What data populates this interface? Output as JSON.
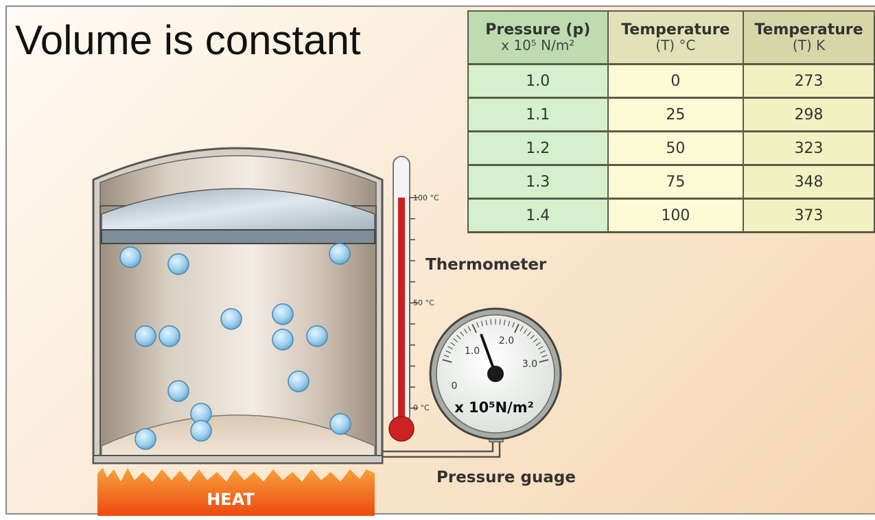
{
  "title": "Volume is constant",
  "table": {
    "headers": [
      {
        "main": "Pressure (p)",
        "sub": "x 10⁵ N/m²"
      },
      {
        "main": "Temperature",
        "sub": "(T) °C"
      },
      {
        "main": "Temperature",
        "sub": "(T) K"
      }
    ],
    "rows": [
      [
        "1.0",
        "0",
        "273"
      ],
      [
        "1.1",
        "25",
        "298"
      ],
      [
        "1.2",
        "50",
        "323"
      ],
      [
        "1.3",
        "75",
        "348"
      ],
      [
        "1.4",
        "100",
        "373"
      ]
    ]
  },
  "thermometer": {
    "label": "Thermometer",
    "tick_100": "100 °C",
    "tick_50": "50 °C",
    "tick_0": "0 °C",
    "fill_celsius": 100
  },
  "gauge": {
    "label": "Pressure guage",
    "unit_label": "x 10⁵N/m²",
    "ticks": [
      "0",
      "1.0",
      "2.0",
      "3.0"
    ],
    "reading": 1.1
  },
  "heat_label": "HEAT",
  "colors": {
    "thermo_red": "#cc2222",
    "flame_orange": "#f05a14",
    "molecule_blue": "#9fd0ee"
  }
}
